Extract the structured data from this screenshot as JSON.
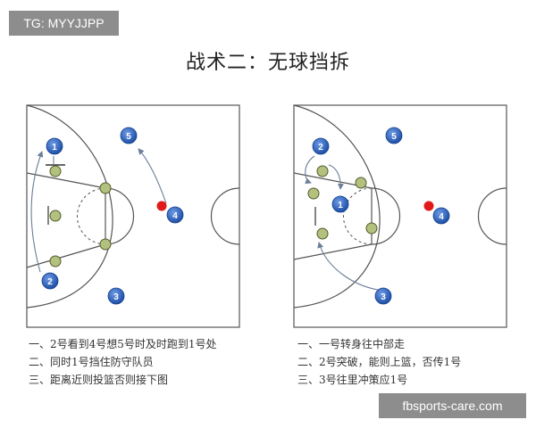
{
  "badge": "TG: MYYJJPP",
  "title": "战术二：无球挡拆",
  "watermark": "fbsports-care.com",
  "colors": {
    "player_blue": "#2a62c4",
    "defender_green": "#b2c17d",
    "ball_red": "#e01919",
    "court_line": "#555555"
  },
  "diagram_left": {
    "players": [
      "1",
      "5",
      "4",
      "2",
      "3"
    ],
    "notes": [
      "一、2号看到4号想5号时及时跑到1号处",
      "二、同时1号挡住防守队员",
      "三、距离近则投篮否则接下图"
    ]
  },
  "diagram_right": {
    "players": [
      "2",
      "5",
      "1",
      "4",
      "3"
    ],
    "notes": [
      "一、一号转身往中部走",
      "二、2号突破，能则上篮，否传1号",
      "三、3号往里冲策应1号"
    ]
  }
}
